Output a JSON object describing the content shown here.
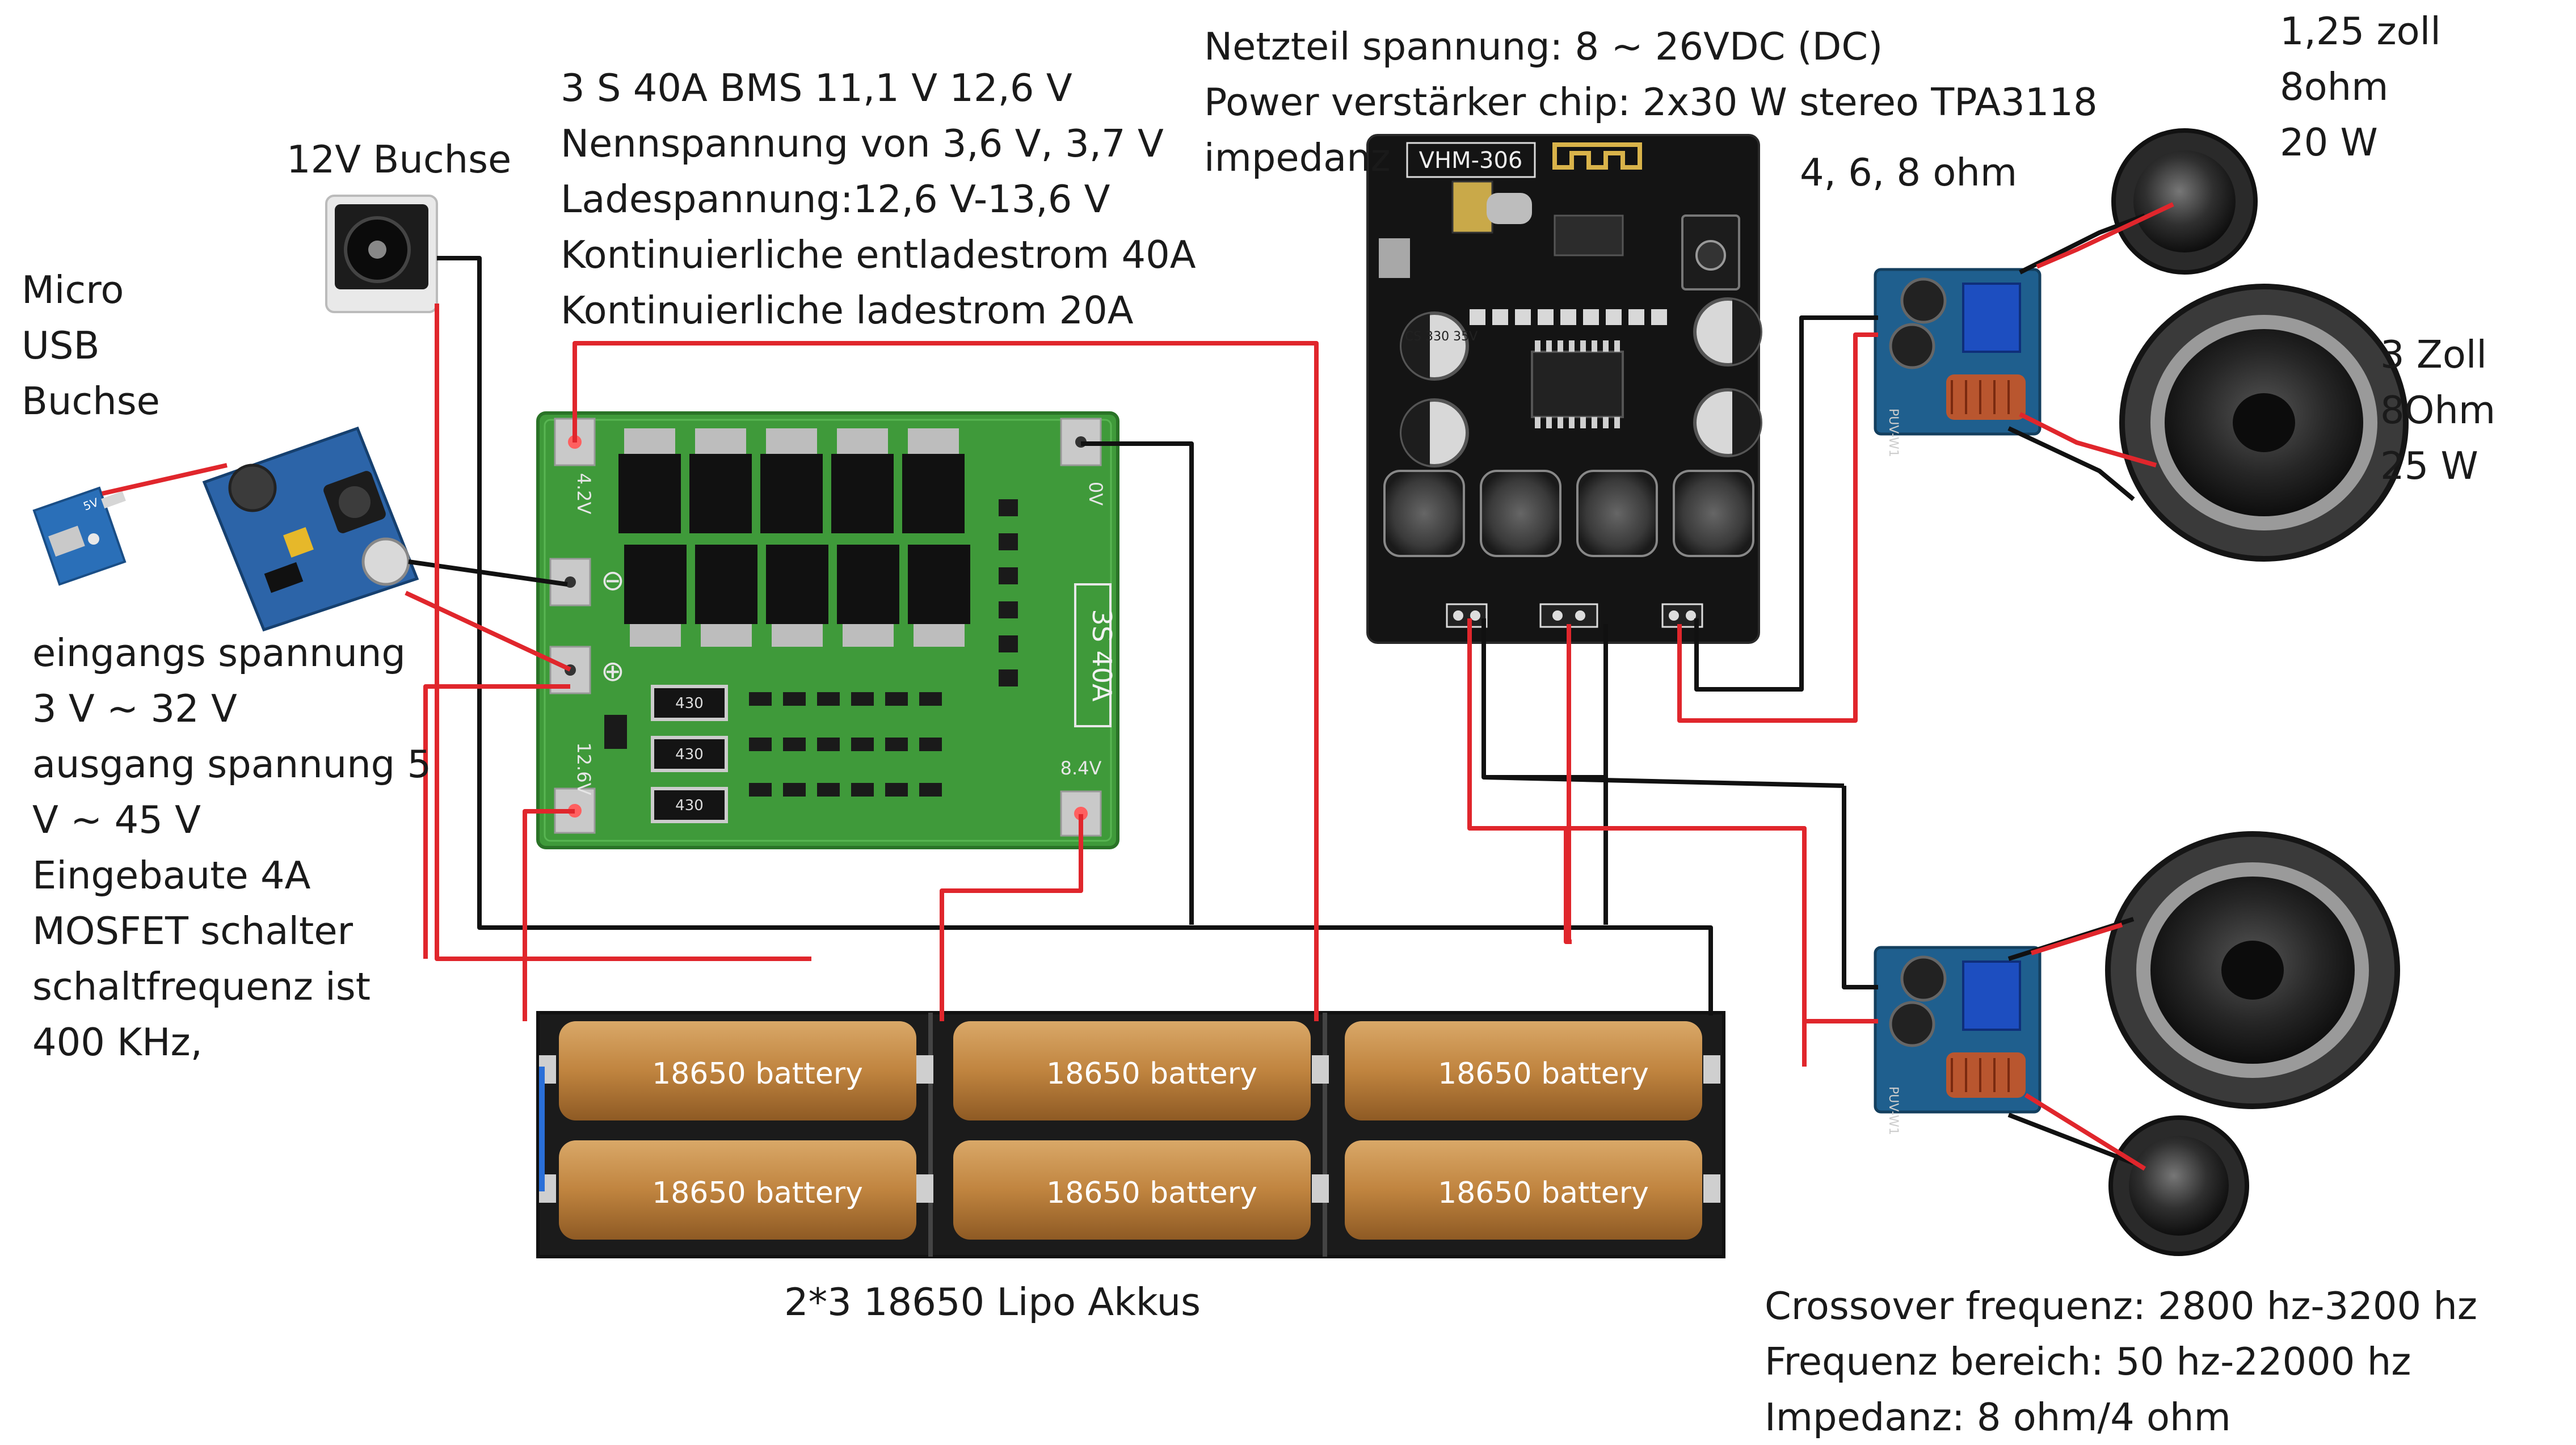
{
  "labels": {
    "dc_jack": "12V Buchse",
    "usb": [
      "Micro",
      "USB",
      "Buchse"
    ],
    "bms": [
      "3 S 40A BMS 11,1 V 12,6 V",
      "Nennspannung von 3,6 V, 3,7 V",
      "Ladespannung:12,6 V-13,6 V",
      "Kontinuierliche entladestrom 40A",
      "Kontinuierliche ladestrom 20A"
    ],
    "amp": [
      "Netzteil spannung: 8 ~ 26VDC (DC)",
      "Power verstärker chip: 2x30 W stereo TPA3118",
      "impedanz"
    ],
    "amp_impedance": "4, 6, 8 ohm",
    "boost": [
      "eingangs spannung",
      "3 V ~ 32 V",
      "ausgang spannung 5",
      "V ~ 45 V",
      "Eingebaute 4A",
      "MOSFET schalter",
      "schaltfrequenz ist",
      "400 KHz,"
    ],
    "tweeter": [
      "1,25 zoll",
      "8ohm",
      "20 W"
    ],
    "woofer": [
      "3 Zoll",
      "8Ohm",
      "25 W"
    ],
    "battery_caption": "2*3 18650 Lipo Akkus",
    "crossover": [
      "Crossover frequenz: 2800 hz-3200 hz",
      "Frequenz bereich: 50 hz-22000 hz",
      "Impedanz: 8 ohm/4 ohm"
    ]
  },
  "board_print": {
    "amp_model": "VHM-306",
    "bms_rating": "3S 40A",
    "bms_v_top": "4.2V",
    "bms_v_bottom": "12.6V",
    "bms_v_right": "8.4V",
    "bms_zero": "0V",
    "resistor": "430",
    "cap_top": "CS 330 35V",
    "crossover_model": "PUV-W1",
    "usb_label": "5V"
  },
  "battery_cells": [
    "18650 battery",
    "18650 battery",
    "18650 battery",
    "18650 battery",
    "18650 battery",
    "18650 battery"
  ],
  "colors": {
    "wire_red": "#e0262c",
    "wire_black": "#111111",
    "pcb_green": "#3f9a3a",
    "pcb_black": "#141414",
    "pcb_blue": "#1f5f8e",
    "battery_tan": "#c58a4a",
    "holder_black": "#1b1b1b",
    "usb_blue": "#2a6fb8"
  }
}
